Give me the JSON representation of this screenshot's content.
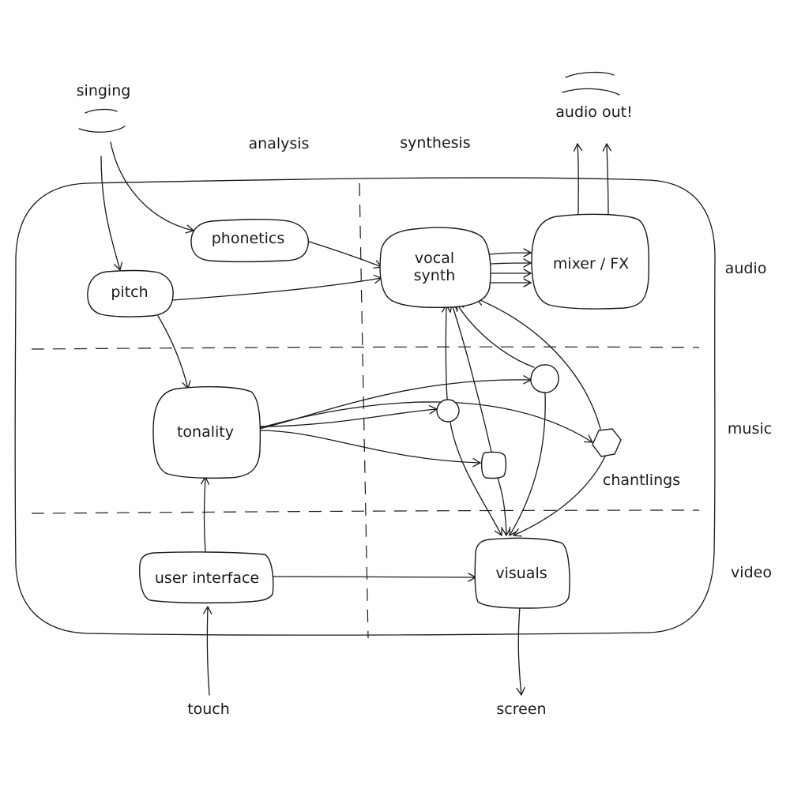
{
  "inputs": {
    "singing": "singing",
    "touch": "touch"
  },
  "outputs": {
    "audio_out": "audio out!",
    "screen": "screen"
  },
  "columns": {
    "analysis": "analysis",
    "synthesis": "synthesis"
  },
  "rows": {
    "audio": "audio",
    "music": "music",
    "video": "video"
  },
  "nodes": {
    "phonetics": "phonetics",
    "pitch": "pitch",
    "vocal_synth_line1": "vocal",
    "vocal_synth_line2": "synth",
    "mixer_fx": "mixer / FX",
    "tonality": "tonality",
    "user_interface": "user interface",
    "visuals": "visuals",
    "chantlings": "chantlings"
  }
}
